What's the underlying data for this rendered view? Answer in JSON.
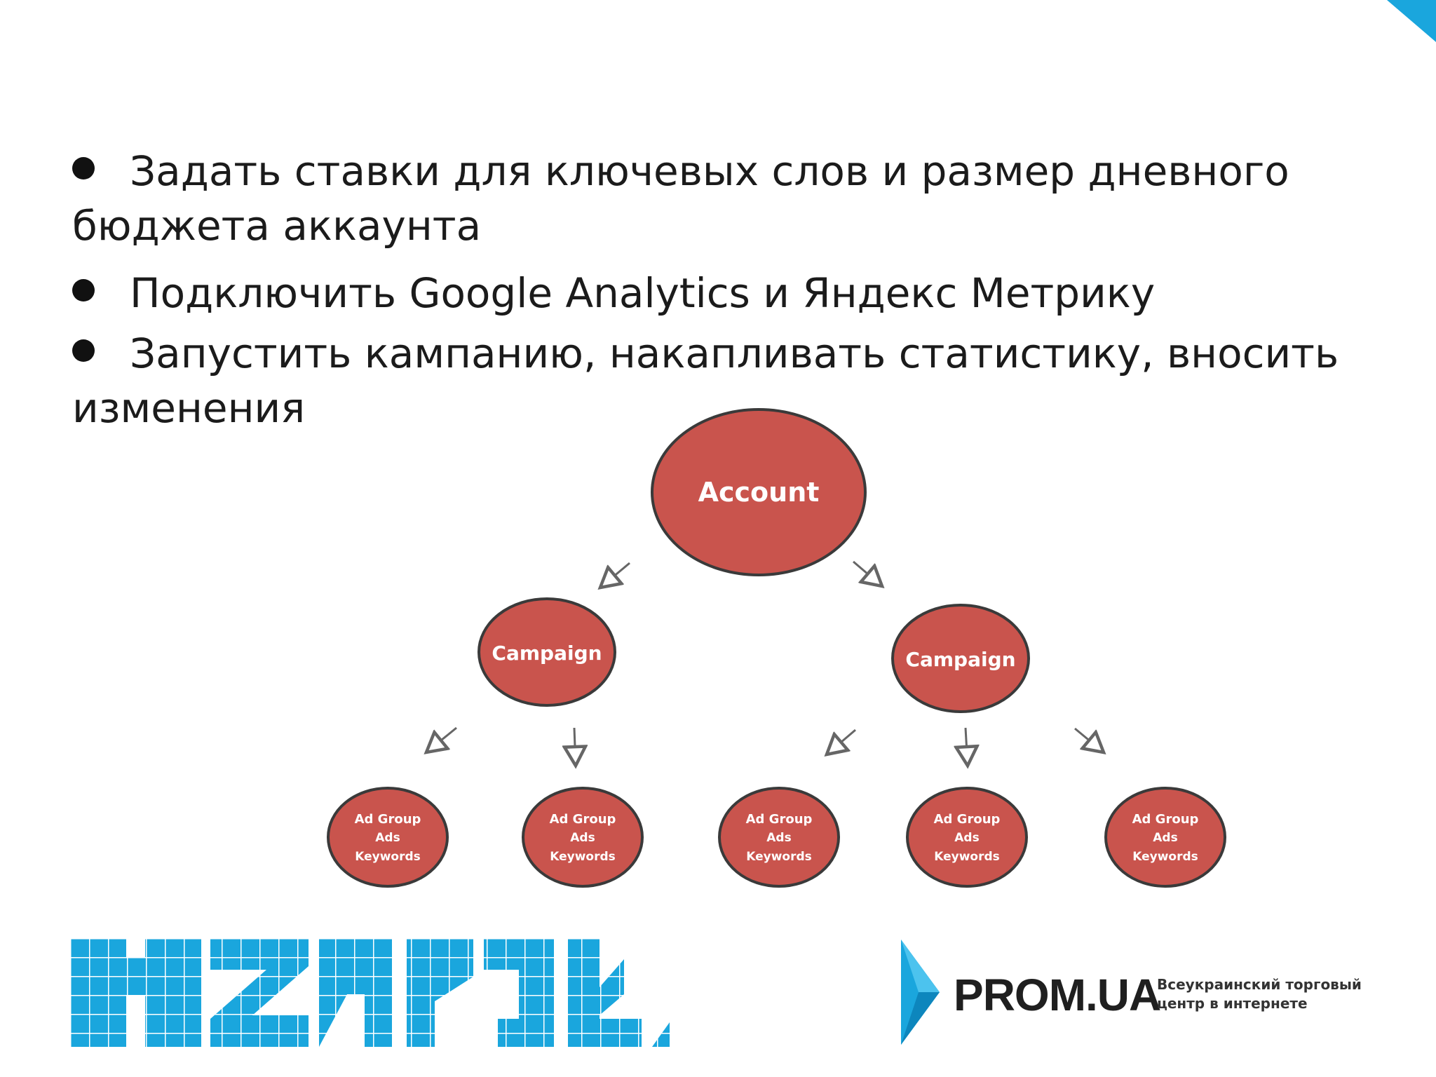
{
  "slide": {
    "bullets": [
      "Задать ставки для ключевых слов и размер дневного бюджета аккаунта",
      "Подключить Google Analytics и Яндекс Метрику",
      "Запустить кампанию, накапливать статистику, вносить изменения"
    ]
  },
  "diagram": {
    "node_color": "#c9544d",
    "account": {
      "label": "Account"
    },
    "campaigns": [
      {
        "label": "Campaign"
      },
      {
        "label": "Campaign"
      }
    ],
    "ad_groups": [
      {
        "line1": "Ad Group",
        "line2": "Ads",
        "line3": "Keywords"
      },
      {
        "line1": "Ad Group",
        "line2": "Ads",
        "line3": "Keywords"
      },
      {
        "line1": "Ad Group",
        "line2": "Ads",
        "line3": "Keywords"
      },
      {
        "line1": "Ad Group",
        "line2": "Ads",
        "line3": "Keywords"
      },
      {
        "line1": "Ad Group",
        "line2": "Ads",
        "line3": "Keywords"
      }
    ]
  },
  "footer": {
    "accent_color": "#1aa6dd",
    "prom_name": "PROM.UA",
    "prom_tagline_line1": "Всеукраинский торговый",
    "prom_tagline_line2": "центр в интернете"
  }
}
